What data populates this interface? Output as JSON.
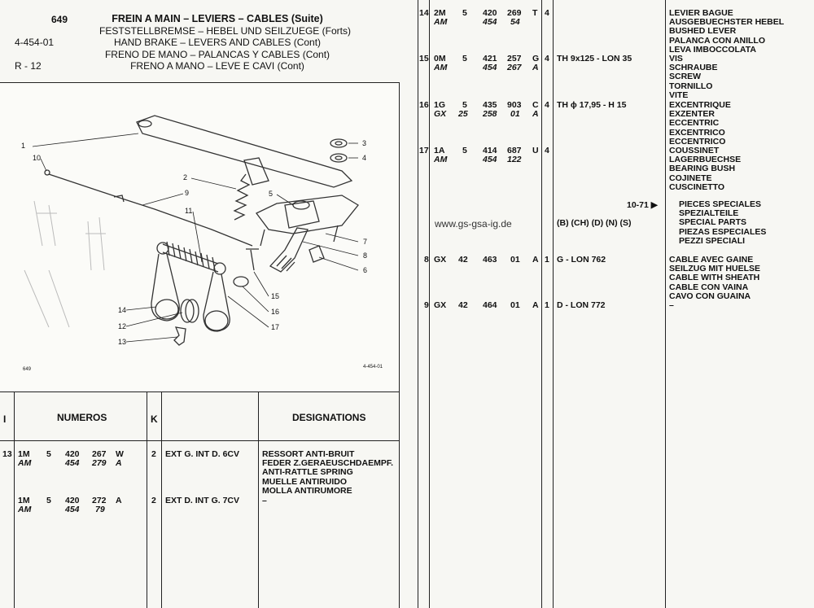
{
  "header": {
    "page": "649",
    "ref1": "4-454-01",
    "ref2": "R - 12",
    "titles": [
      "FREIN A MAIN – LEVIERS – CABLES (Suite)",
      "FESTSTELLBREMSE – HEBEL UND SEILZUEGE (Forts)",
      "HAND BRAKE – LEVERS AND CABLES (Cont)",
      "FRENO DE MANO – PALANCAS Y CABLES (Cont)",
      "FRENO A MANO – LEVE E CAVI (Cont)"
    ]
  },
  "diagram": {
    "callouts": [
      "1",
      "2",
      "3",
      "4",
      "5",
      "6",
      "7",
      "8",
      "9",
      "10",
      "11",
      "12",
      "13",
      "14",
      "15",
      "16",
      "17"
    ],
    "footer_left": "649",
    "footer_right": "4-454-01"
  },
  "table_header": {
    "col_i": "I",
    "col_numeros": "NUMEROS",
    "col_k": "K",
    "col_designations": "DESIGNATIONS"
  },
  "left_rows": [
    {
      "idx": "13",
      "c1": "1M",
      "c1b": "AM",
      "c2": "5",
      "c3": "420",
      "c3b": "454",
      "c4": "267",
      "c4b": "279",
      "c5": "W",
      "c5b": "A",
      "k": "2",
      "note": "EXT G. INT D. 6CV",
      "desc": [
        "RESSORT ANTI-BRUIT",
        "FEDER Z.GERAEUSCHDAEMPF.",
        "ANTI-RATTLE SPRING",
        "MUELLE ANTIRUIDO",
        "MOLLA ANTIRUMORE"
      ]
    },
    {
      "idx": "",
      "c1": "1M",
      "c1b": "AM",
      "c2": "5",
      "c3": "420",
      "c3b": "454",
      "c4": "272",
      "c4b": "79",
      "c5": "A",
      "c5b": "",
      "k": "2",
      "note": "EXT D. INT G. 7CV",
      "desc": [
        "–"
      ]
    }
  ],
  "right_rows": [
    {
      "idx": "14",
      "c1": "2M",
      "c1b": "AM",
      "c2": "5",
      "c3": "420",
      "c3b": "454",
      "c4": "269",
      "c4b": "54",
      "c5": "T",
      "c5b": "",
      "k": "4",
      "note": "",
      "desc": [
        "LEVIER BAGUE",
        "AUSGEBUECHSTER HEBEL",
        "BUSHED LEVER",
        "PALANCA CON ANILLO",
        "LEVA IMBOCCOLATA"
      ]
    },
    {
      "idx": "15",
      "c1": "0M",
      "c1b": "AM",
      "c2": "5",
      "c3": "421",
      "c3b": "454",
      "c4": "257",
      "c4b": "267",
      "c5": "G",
      "c5b": "A",
      "k": "4",
      "note": "TH 9x125 - LON 35",
      "desc": [
        "VIS",
        "SCHRAUBE",
        "SCREW",
        "TORNILLO",
        "VITE"
      ]
    },
    {
      "idx": "16",
      "c1": "1G",
      "c1b": "GX",
      "c2": "5",
      "c2b": "25",
      "c3": "435",
      "c3b": "258",
      "c4": "903",
      "c4b": "01",
      "c5": "C",
      "c5b": "A",
      "k": "4",
      "note": "TH ϕ 17,95 - H 15",
      "desc": [
        "EXCENTRIQUE",
        "EXZENTER",
        "ECCENTRIC",
        "EXCENTRICO",
        "ECCENTRICO"
      ]
    },
    {
      "idx": "17",
      "c1": "1A",
      "c1b": "AM",
      "c2": "5",
      "c3": "414",
      "c3b": "454",
      "c4": "687",
      "c4b": "122",
      "c5": "U",
      "c5b": "",
      "k": "4",
      "note": "",
      "desc": [
        "COUSSINET",
        "LAGERBUECHSE",
        "BEARING BUSH",
        "COJINETE",
        "CUSCINETTO"
      ]
    }
  ],
  "special": {
    "date": "10-71 ▶",
    "langs": "(B) (CH) (D) (N) (S)",
    "website": "www.gs-gsa-ig.de",
    "desc": [
      "PIECES SPECIALES",
      "SPEZIALTEILE",
      "SPECIAL PARTS",
      "PIEZAS ESPECIALES",
      "PEZZI SPECIALI"
    ]
  },
  "right_rows2": [
    {
      "idx": "8",
      "c1": "GX",
      "c2": "42",
      "c3": "463",
      "c4": "01",
      "c5": "A",
      "k": "1",
      "note": "G - LON 762",
      "desc": [
        "CABLE AVEC GAINE",
        "SEILZUG MIT HUELSE",
        "CABLE WITH SHEATH",
        "CABLE CON VAINA",
        "CAVO CON GUAINA"
      ]
    },
    {
      "idx": "9",
      "c1": "GX",
      "c2": "42",
      "c3": "464",
      "c4": "01",
      "c5": "A",
      "k": "1",
      "note": "D - LON 772",
      "desc": [
        "–"
      ]
    }
  ]
}
